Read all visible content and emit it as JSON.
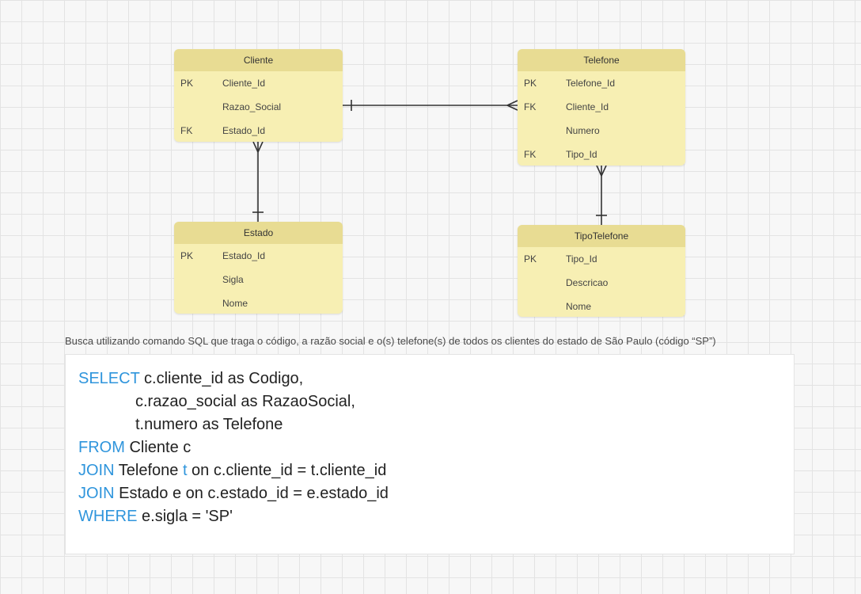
{
  "entities": {
    "cliente": {
      "title": "Cliente",
      "rows": [
        {
          "key": "PK",
          "field": "Cliente_Id"
        },
        {
          "key": "",
          "field": "Razao_Social"
        },
        {
          "key": "FK",
          "field": "Estado_Id"
        }
      ]
    },
    "telefone": {
      "title": "Telefone",
      "rows": [
        {
          "key": "PK",
          "field": "Telefone_Id"
        },
        {
          "key": "FK",
          "field": "Cliente_Id"
        },
        {
          "key": "",
          "field": "Numero"
        },
        {
          "key": "FK",
          "field": "Tipo_Id"
        }
      ]
    },
    "estado": {
      "title": "Estado",
      "rows": [
        {
          "key": "PK",
          "field": "Estado_Id"
        },
        {
          "key": "",
          "field": "Sigla"
        },
        {
          "key": "",
          "field": "Nome"
        }
      ]
    },
    "tipotelefone": {
      "title": "TipoTelefone",
      "rows": [
        {
          "key": "PK",
          "field": "Tipo_Id"
        },
        {
          "key": "",
          "field": "Descricao"
        },
        {
          "key": "",
          "field": "Nome"
        }
      ]
    }
  },
  "relations": [
    {
      "from": "cliente",
      "to": "telefone",
      "from_end": "one",
      "to_end": "many"
    },
    {
      "from": "estado",
      "to": "cliente",
      "from_end": "one",
      "to_end": "many"
    },
    {
      "from": "tipotelefone",
      "to": "telefone",
      "from_end": "one",
      "to_end": "many"
    }
  ],
  "caption": "Busca utilizando comando SQL que traga o código, a razão social e o(s) telefone(s) de todos os clientes do estado de São Paulo (código “SP”)",
  "sql": {
    "line1": {
      "kw": "SELECT",
      "rest": " c.cliente_id as Codigo,"
    },
    "line2": {
      "text": "c.razao_social as RazaoSocial,"
    },
    "line3": {
      "text": "t.numero as Telefone"
    },
    "line4": {
      "kw": "FROM",
      "rest": " Cliente c"
    },
    "line5": {
      "kw": "JOIN",
      "mid": " Telefone ",
      "kw2": "t",
      "rest": " on c.cliente_id = t.cliente_id"
    },
    "line6": {
      "kw": "JOIN",
      "rest": " Estado e on c.estado_id = e.estado_id"
    },
    "line7": {
      "kw": "WHERE",
      "rest": " e.sigla = 'SP'"
    }
  },
  "colors": {
    "entity_body": "#f7efb3",
    "entity_header": "#e8dc93",
    "keyword": "#2f95dc",
    "connector": "#333333"
  }
}
